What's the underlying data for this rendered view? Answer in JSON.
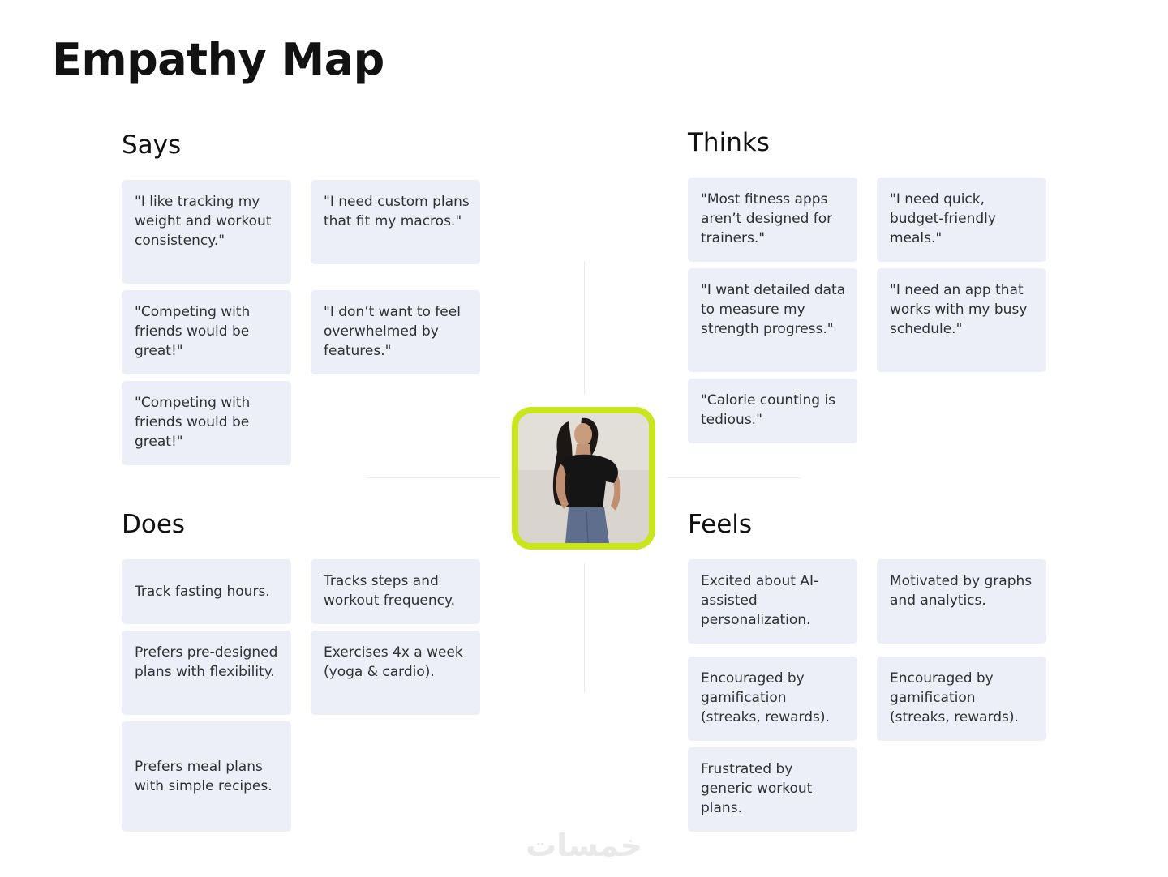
{
  "title": "Empathy Map",
  "accent_color": "#c8e61b",
  "card_color": "#eceff8",
  "says": {
    "heading": "Says",
    "cards": [
      "\"I like tracking my weight and workout consistency.\"",
      "\"I need custom plans that fit my macros.\"",
      "\"Competing with friends would be great!\"",
      "\"I don’t want to feel overwhelmed by features.\"",
      "\"Competing with friends would be great!\""
    ]
  },
  "thinks": {
    "heading": "Thinks",
    "cards": [
      "\"Most fitness apps aren’t designed for trainers.\"",
      "\"I need quick, budget-friendly meals.\"",
      "\"I want detailed data to measure my strength progress.\"",
      "\"I need an app that works with my busy schedule.\"",
      "\"Calorie counting is tedious.\""
    ]
  },
  "does": {
    "heading": "Does",
    "cards": [
      "Track fasting hours.",
      "Tracks steps and workout frequency.",
      "Prefers pre-designed plans with flexibility.",
      "Exercises 4x a week (yoga & cardio).",
      "Prefers meal plans with simple recipes."
    ]
  },
  "feels": {
    "heading": "Feels",
    "cards": [
      "Excited about AI-assisted personalization.",
      "Motivated by graphs and analytics.",
      "Encouraged by gamification (streaks, rewards).",
      "Encouraged by gamification (streaks, rewards).",
      "Frustrated by generic workout plans."
    ]
  },
  "persona_icon": "persona-photo",
  "watermark_text": "خمسات"
}
